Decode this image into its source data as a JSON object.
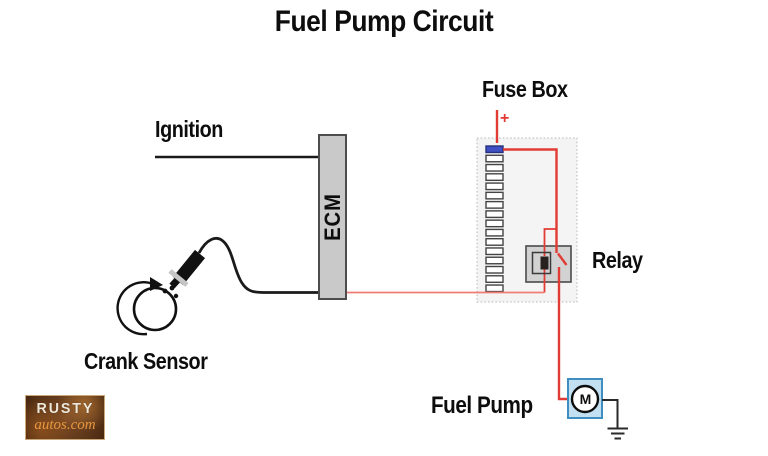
{
  "title": "Fuel Pump Circuit",
  "labels": {
    "ignition": "Ignition",
    "fuse_box": "Fuse Box",
    "battery_positive": "+",
    "relay": "Relay",
    "fuel_pump": "Fuel Pump",
    "crank_sensor": "Crank Sensor",
    "ecm": "ECM",
    "motor": "M"
  },
  "logo": {
    "line1": "RUSTY",
    "line2": "autos.com"
  },
  "fuse_box": {
    "fuse_count": 16,
    "highlighted_fuse_index": 0
  },
  "colors": {
    "wire_hot": "#e23b33",
    "wire_signal": "#f07d75",
    "wire_black": "#1a1a1a",
    "ecm_fill": "#c9c9c9",
    "ecm_border": "#4d4d4d",
    "relay_fill": "#d2d2d2",
    "relay_border": "#4a4a4a",
    "fuse_blue": "#4050c4",
    "fuse_blue_border": "#27307a",
    "fuse_panel": "#f4f4f4",
    "pump_fill": "#c2e0f2",
    "pump_border": "#3e8fc0",
    "logo_border": "#c9a87c",
    "logo_text": "#efe8da",
    "logo_accent": "#e8973f"
  }
}
